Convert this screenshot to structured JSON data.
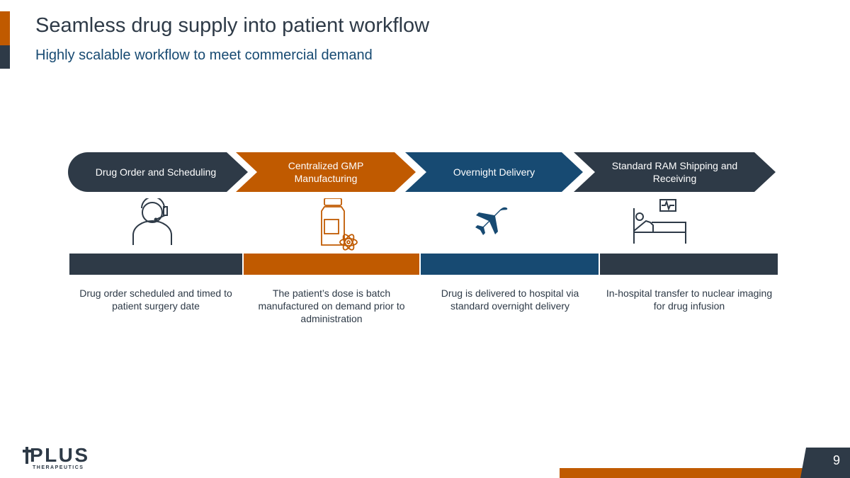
{
  "header": {
    "title": "Seamless drug supply into patient workflow",
    "subtitle": "Highly scalable workflow to meet commercial demand"
  },
  "steps": [
    {
      "label": "Drug Order and Scheduling",
      "description": "Drug order scheduled and timed to patient surgery date",
      "color": "#2e3a47",
      "icon": "headset-person-icon"
    },
    {
      "label": "Centralized GMP Manufacturing",
      "description": "The patient’s dose is batch manufactured on demand prior to administration",
      "color": "#c05a00",
      "icon": "medicine-bottle-atom-icon"
    },
    {
      "label": "Overnight Delivery",
      "description": "Drug is delivered to hospital via standard overnight delivery",
      "color": "#174a72",
      "icon": "airplane-icon"
    },
    {
      "label": "Standard RAM Shipping and Receiving",
      "description": "In-hospital transfer to nuclear imaging for drug infusion",
      "color": "#2e3a47",
      "icon": "hospital-bed-icon"
    }
  ],
  "footer": {
    "logo": "PLUS THERAPEUTICS",
    "page_number": "9"
  }
}
